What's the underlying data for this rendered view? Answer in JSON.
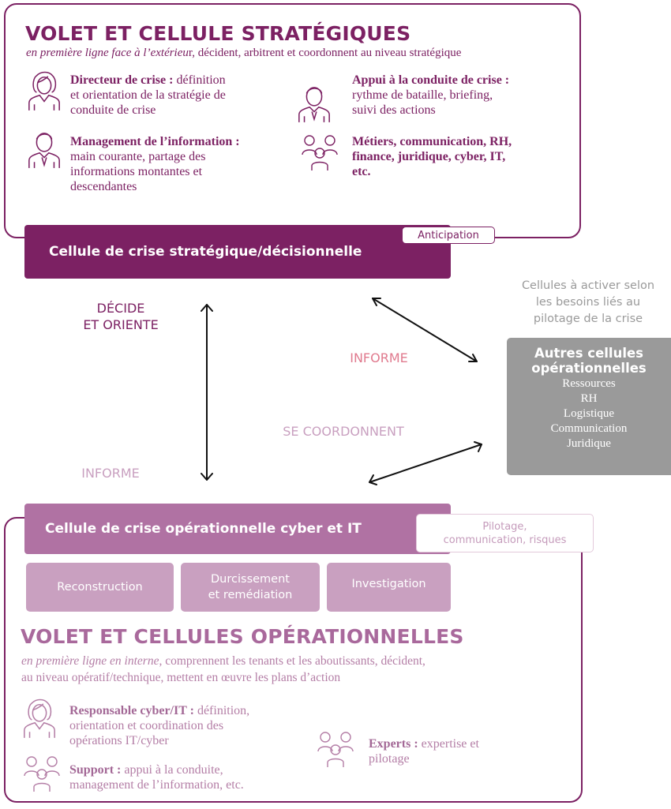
{
  "strategic": {
    "title": "VOLET ET CELLULE STRATÉGIQUES",
    "subtitle_italic": "en première ligne face à l’extérieu",
    "subtitle_rest": "r, décident, arbitrent et coordonnent au niveau stratégique",
    "roles": [
      {
        "label": "Directeur de crise :",
        "line1": " définition",
        "line2": "et orientation de la stratégie de",
        "line3": "conduite de crise",
        "icon": "woman-icon"
      },
      {
        "label": "Management de l’information :",
        "line1": "main courante, partage des",
        "line2": "informations montantes et",
        "line3": "descendantes",
        "icon": "man-icon"
      },
      {
        "label": "Appui à la conduite de crise :",
        "line1": "rythme de bataille, briefing,",
        "line2": "suivi des actions",
        "icon": "man-icon"
      },
      {
        "label_line1": "Métiers, communication, RH,",
        "label_line2": "finance, juridique, cyber, IT,",
        "label_line3": "etc.",
        "icon": "group-icon"
      }
    ],
    "cell_label": "Cellule de crise stratégique/décisionnelle",
    "badge": "Anticipation"
  },
  "arrows": {
    "decide_line1": "DÉCIDE",
    "decide_line2": "ET ORIENTE",
    "informe_right": "INFORME",
    "coordonnent": "SE COORDONNENT",
    "informe_left": "INFORME"
  },
  "other_cells": {
    "caption_line1": "Cellules à activer selon",
    "caption_line2": "les besoins liés au",
    "caption_line3": "pilotage de la crise",
    "title_line1": "Autres cellules",
    "title_line2": "opérationnelles",
    "items": [
      "Ressources",
      "RH",
      "Logistique",
      "Communication",
      "Juridique"
    ]
  },
  "operational": {
    "cell_label": "Cellule de crise opérationnelle cyber et IT",
    "badge_line1": "Pilotage,",
    "badge_line2": "communication, risques",
    "boxes": [
      {
        "line1": "Reconstruction",
        "line2": ""
      },
      {
        "line1": "Durcissement",
        "line2": "et remédiation"
      },
      {
        "line1": "Investigation",
        "line2": ""
      }
    ],
    "title": "VOLET ET CELLULES OPÉRATIONNELLES",
    "subtitle_italic": "en première ligne en interne",
    "subtitle_rest1": ", comprennent les tenants et les aboutissants, décident,",
    "subtitle_line2": "au niveau opératif/technique, mettent en œuvre les plans d’action",
    "roles": [
      {
        "label": "Responsable cyber/IT :",
        "line1": " définition,",
        "line2": "orientation et coordination des",
        "line3": "opérations IT/cyber",
        "icon": "woman-icon"
      },
      {
        "label": "Support :",
        "line1": " appui à la conduite,",
        "line2": "management de l’information, etc.",
        "icon": "group-icon"
      },
      {
        "label": "Experts :",
        "line1": " expertise et",
        "line2": "pilotage",
        "icon": "group-icon"
      }
    ]
  },
  "colors": {
    "primary": "#7c2163",
    "mid": "#b072a3",
    "light": "#c9a0c0",
    "pink": "#e07a8e",
    "gray": "#9a9a9a"
  }
}
